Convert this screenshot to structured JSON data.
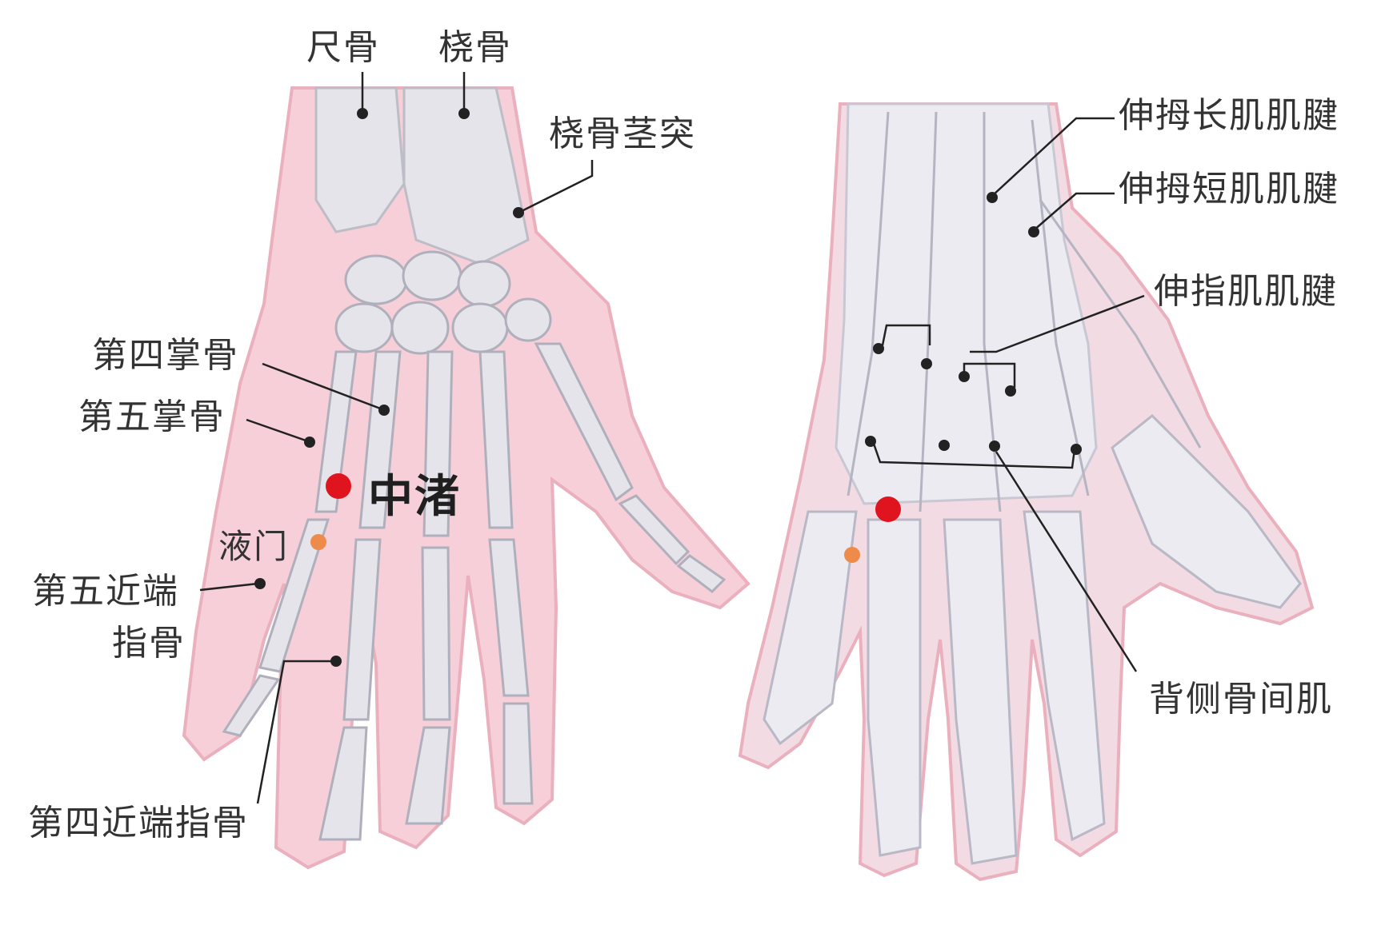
{
  "colors": {
    "skin": "#f6cfd8",
    "skin_edge": "#eab0bd",
    "bone": "#e4e4ea",
    "bone_shadow": "#bdbdc8",
    "tendon": "#ecebf1",
    "line": "#222222",
    "point_main": "#e0141e",
    "point_sub": "#ee8a4a",
    "text": "#333333"
  },
  "palm_view": {
    "labels": {
      "ulna": "尺骨",
      "radius": "桡骨",
      "radial_styloid": "桡骨茎突",
      "fourth_metacarpal": "第四掌骨",
      "fifth_metacarpal": "第五掌骨",
      "fifth_proximal_line1": "第五近端",
      "fifth_proximal_line2": "指骨",
      "fourth_proximal": "第四近端指骨"
    },
    "points": {
      "zhongzhu": "中渚",
      "yemen": "液门"
    }
  },
  "back_view": {
    "labels": {
      "epl_tendon": "伸拇长肌肌腱",
      "epb_tendon": "伸拇短肌肌腱",
      "ed_tendon": "伸指肌肌腱",
      "dorsal_interossei": "背侧骨间肌"
    }
  }
}
